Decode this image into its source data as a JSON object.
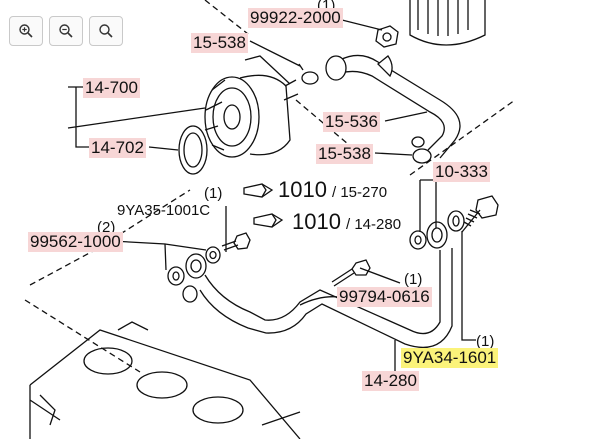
{
  "toolbar": {
    "zoom_in_icon": "zoom-in-icon",
    "zoom_out_icon": "zoom-out-icon",
    "reset_icon": "search-icon"
  },
  "colors": {
    "part_label_bg": "#f7d6d6",
    "highlight_bg": "#fbf37a",
    "line": "#111111"
  },
  "labels": {
    "qty_99922": "(1)",
    "pn_99922": "99922-2000",
    "pn_15538_top": "15-538",
    "pn_14700": "14-700",
    "pn_15536": "15-536",
    "pn_14702": "14-702",
    "pn_15538_mid": "15-538",
    "pn_10333": "10-333",
    "qty_9ya35": "(1)",
    "pn_9ya35": "9YA35-1001C",
    "ref1_main": "1010",
    "ref1_sub": "/ 15-270",
    "ref2_main": "1010",
    "ref2_sub": "/ 14-280",
    "qty_99562": "(2)",
    "pn_99562": "99562-1000",
    "qty_99794": "(1)",
    "pn_99794": "99794-0616",
    "qty_9ya34": "(1)",
    "pn_9ya34": "9YA34-1601",
    "pn_14280": "14-280"
  }
}
